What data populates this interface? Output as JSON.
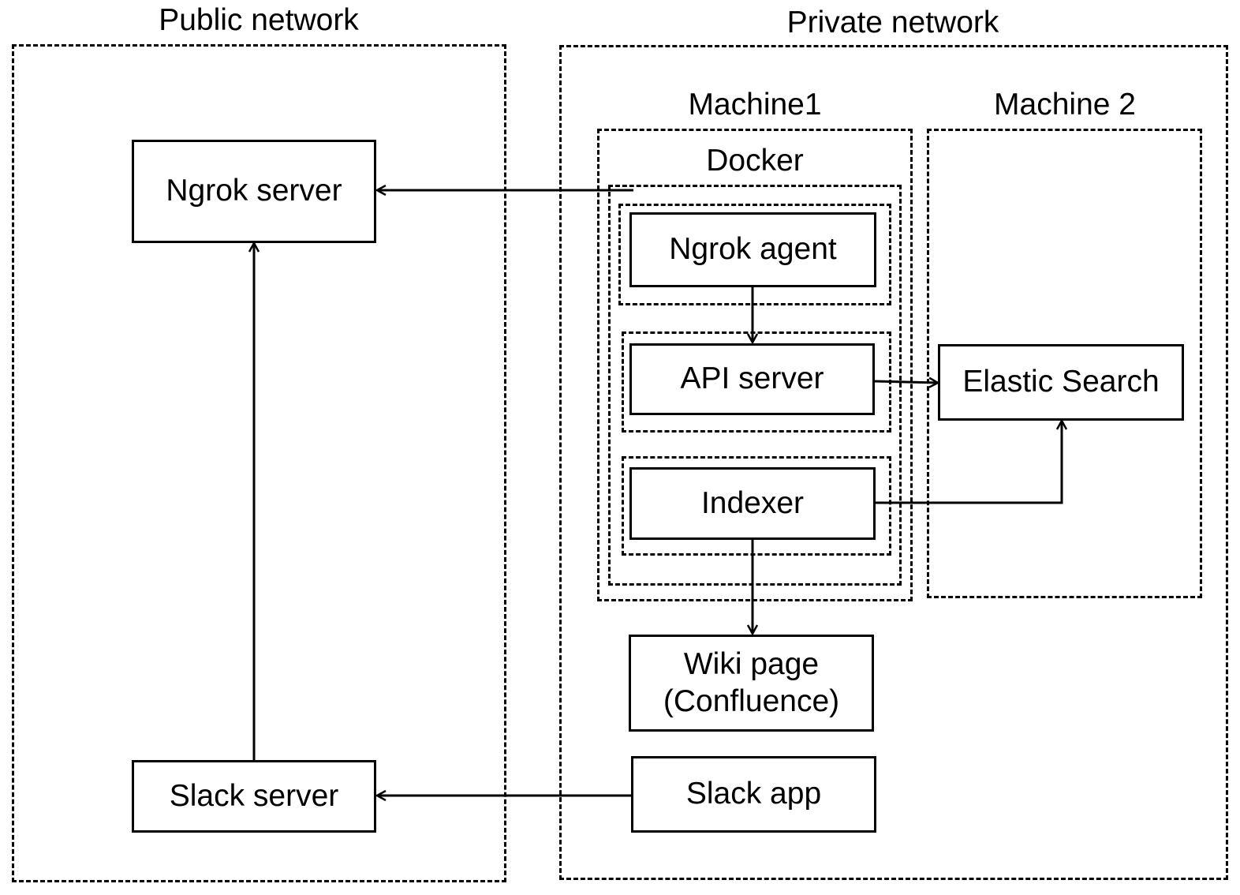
{
  "groups": {
    "public": "Public network",
    "private": "Private network",
    "machine1": "Machine1",
    "machine2": "Machine 2",
    "docker": "Docker"
  },
  "nodes": {
    "ngrok_server": "Ngrok server",
    "slack_server": "Slack server",
    "ngrok_agent": "Ngrok agent",
    "api_server": "API server",
    "indexer": "Indexer",
    "elastic_search": "Elastic Search",
    "wiki_page": "Wiki page\n(Confluence)",
    "slack_app": "Slack app"
  },
  "edges": [
    {
      "from": "ngrok_agent",
      "to": "ngrok_server"
    },
    {
      "from": "slack_server",
      "to": "ngrok_server"
    },
    {
      "from": "ngrok_agent",
      "to": "api_server"
    },
    {
      "from": "api_server",
      "to": "elastic_search"
    },
    {
      "from": "indexer",
      "to": "elastic_search"
    },
    {
      "from": "indexer",
      "to": "wiki_page"
    },
    {
      "from": "slack_app",
      "to": "slack_server"
    }
  ]
}
